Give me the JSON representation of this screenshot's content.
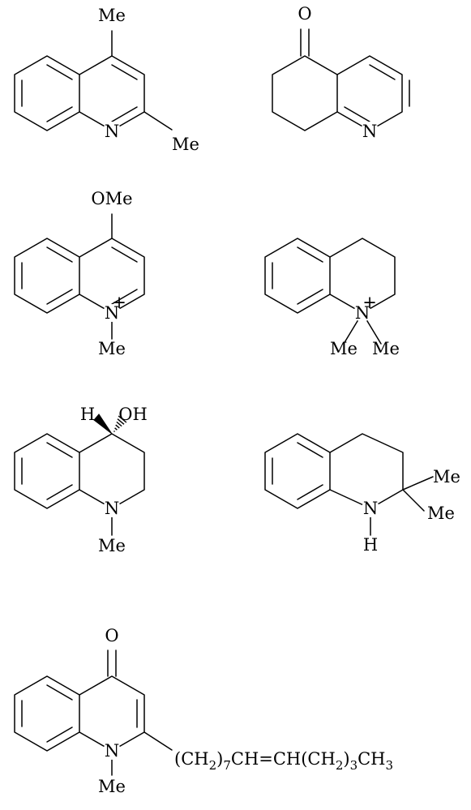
{
  "labels": {
    "me": "Me",
    "n": "N",
    "o": "O",
    "ome": "OMe",
    "h": "H",
    "oh": "OH",
    "plus": "+",
    "side_chain": {
      "p1": "(CH",
      "s1": "2",
      "p2": ")",
      "s2": "7",
      "p3": "CH=CH(CH",
      "s3": "2",
      "p4": ")",
      "s4": "3",
      "p5": "CH",
      "s5": "3"
    }
  }
}
